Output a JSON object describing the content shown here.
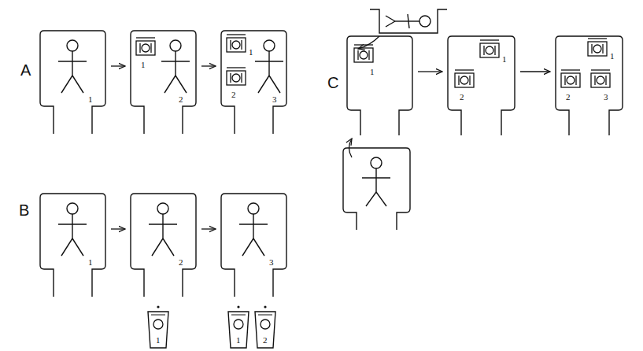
{
  "diagram": {
    "nodes": [
      {
        "text": [
          "1"
        ]
      },
      {
        "text": [
          "1",
          "2"
        ]
      },
      {
        "text": [
          "1",
          "2",
          "3"
        ]
      },
      {
        "text": [
          "1"
        ]
      },
      {
        "text": [
          "1",
          "2"
        ]
      },
      {
        "text": [
          "1",
          "2",
          "3"
        ]
      },
      {
        "text": [
          "1"
        ]
      },
      {
        "text": [
          "2"
        ]
      },
      {
        "text": [
          "3"
        ]
      },
      {
        "text": [
          "1"
        ]
      },
      {
        "text": [
          "1"
        ]
      },
      {
        "text": [
          "2"
        ]
      }
    ],
    "edges": [
      {
        "from": 0,
        "to": 1,
        "arrow": "to"
      },
      {
        "from": 1,
        "to": 2,
        "arrow": "to"
      },
      {
        "from": 3,
        "to": 4,
        "arrow": "to"
      },
      {
        "from": 4,
        "to": 5,
        "arrow": "to"
      },
      {
        "from": 6,
        "to": 7,
        "arrow": "to"
      },
      {
        "from": 7,
        "to": 8,
        "arrow": "to"
      }
    ],
    "labels": [
      "A",
      "B",
      "C"
    ]
  }
}
